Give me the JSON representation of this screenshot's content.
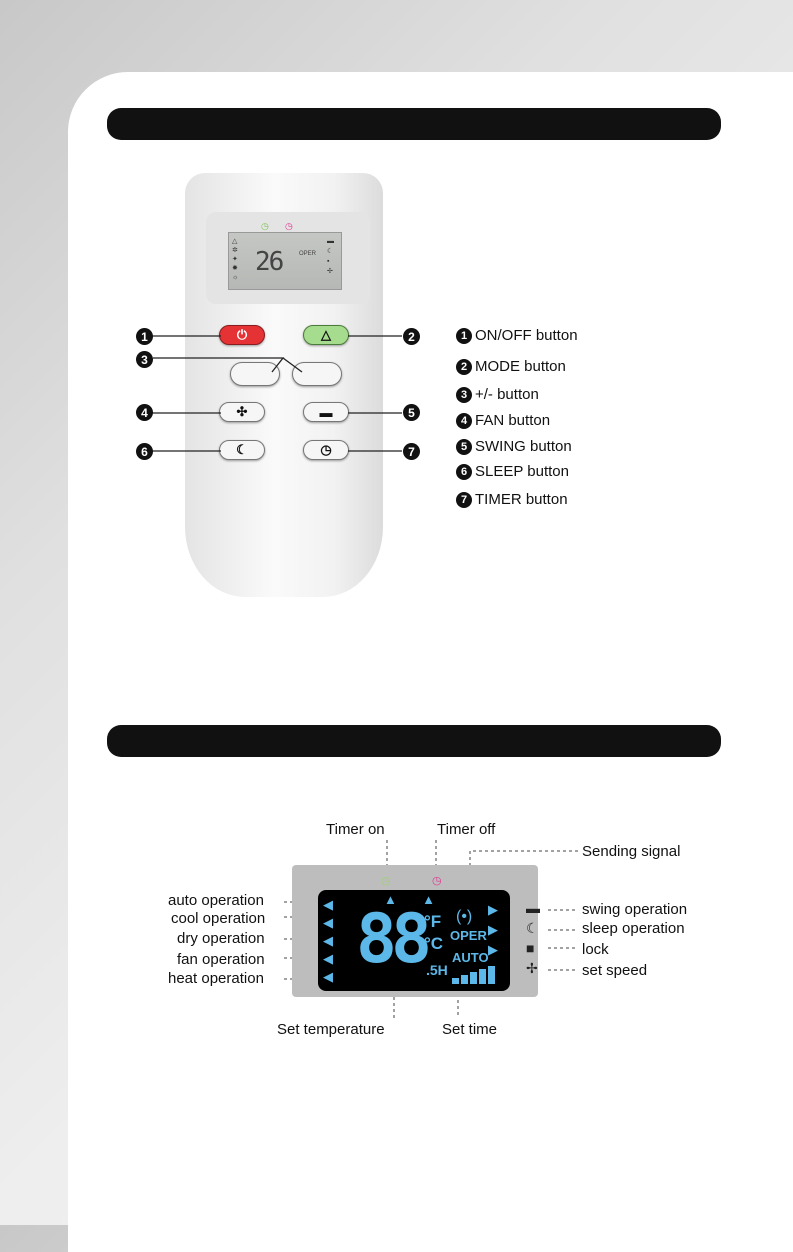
{
  "buttons_legend": [
    {
      "num": "1",
      "label": "ON/OFF button"
    },
    {
      "num": "2",
      "label": "MODE button"
    },
    {
      "num": "3",
      "label": "+/- button"
    },
    {
      "num": "4",
      "label": "FAN button"
    },
    {
      "num": "5",
      "label": "SWING button"
    },
    {
      "num": "6",
      "label": "SLEEP button"
    },
    {
      "num": "7",
      "label": "TIMER button"
    }
  ],
  "remote_display": {
    "temp": "26",
    "oper": "OPER"
  },
  "lcd": {
    "top": {
      "timer_on": "Timer on",
      "timer_off": "Timer off",
      "sending_signal": "Sending signal"
    },
    "left": {
      "auto": "auto operation",
      "cool": "cool operation",
      "dry": "dry operation",
      "fan": "fan operation",
      "heat": "heat operation"
    },
    "right": {
      "swing": "swing operation",
      "sleep": "sleep operation",
      "lock": "lock",
      "speed": "set speed"
    },
    "bottom": {
      "set_temperature": "Set temperature",
      "set_time": "Set time"
    },
    "screen": {
      "digits": "88",
      "unit_f": "°F",
      "unit_c": "°C",
      "sh": ".5H",
      "oper": "OPER",
      "auto": "AUTO"
    }
  },
  "colors": {
    "on_off": "#e53235",
    "mode": "#a6dc8e",
    "lcd_text": "#5cb8e8",
    "timer_on": "#9bd46a",
    "timer_off": "#e0338f"
  }
}
